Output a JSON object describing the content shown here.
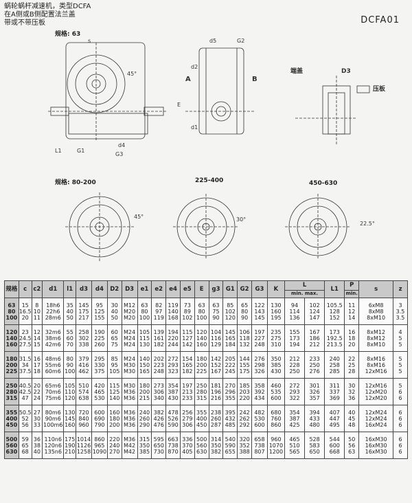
{
  "header": {
    "title_line1": "蜗轮蜗杆减速机，类型DCFA",
    "title_line2": "在A侧或B侧配置法兰盖",
    "title_line3": "带或不带压板",
    "model_code": "DCFA01"
  },
  "drawings": {
    "size_label_top": "规格: 63",
    "size_label_1": "规格: 80-200",
    "size_label_2": "225-400",
    "size_label_3": "450-630",
    "side_a": "A",
    "side_b": "B",
    "part_end_cap": "端盖",
    "part_d3": "D3",
    "part_press_plate": "压板",
    "dim_s": "s",
    "dim_d2": "d2",
    "dim_d1": "d1",
    "dim_e": "E",
    "dim_g2": "G2",
    "dim_g1": "G1",
    "dim_g3": "G3",
    "dim_l1": "L1",
    "dim_d4": "d4",
    "dim_d5": "d5",
    "dim_ang_a": "22.5°",
    "dim_ang_b": "30°",
    "dim_ang_c": "45°"
  },
  "table": {
    "columns": [
      "规格",
      "c",
      "c2",
      "d1",
      "l1",
      "d3",
      "d4",
      "D2",
      "D3",
      "e1",
      "e2",
      "e4",
      "e5",
      "E",
      "g3",
      "G1",
      "G2",
      "G3",
      "K",
      "L",
      "L1",
      "P",
      "s",
      "z"
    ],
    "l_sub": [
      "min.",
      "max."
    ],
    "p_sub": "min.",
    "rows": [
      {
        "size": "63\n80\n100",
        "c": "15\n16.5\n20",
        "c2": "8\n10\n11",
        "d1": "18h6\n22h6\n28m6",
        "l1": "35\n40\n50",
        "d3": "145\n175\n217",
        "d4": "95\n125\n155",
        "D2": "30\n40\n50",
        "D3": "M12\nM20\nM20",
        "e1": "63\n80\n100",
        "e2": "82\n97\n119",
        "e4": "119\n140\n168",
        "e5": "73\n89\n102",
        "E": "63\n80\n100",
        "g3": "63\n75\n90",
        "G1": "85\n102\n120",
        "G2": "65\n80\n90",
        "G3": "122\n143\n145",
        "K": "130\n160\n195",
        "Lmin": "94\n114\n136",
        "Lmax": "102\n124\n147",
        "L1": "105.5\n128\n152",
        "P": "11\n12\n14",
        "s": "6xM8\n8xM8\n8xM10",
        "z": "3\n3.5\n3.5"
      },
      {
        "size": "120\n140\n160",
        "c": "23\n24.5\n27.5",
        "c2": "12\n14\n15",
        "d1": "32m6\n38m6\n42m6",
        "l1": "55\n60\n70",
        "d3": "258\n302\n338",
        "d4": "190\n225\n260",
        "D2": "60\n65\n75",
        "D3": "M24\nM24\nM24",
        "e1": "105\n115\n130",
        "e2": "139\n161\n182",
        "e4": "194\n220\n244",
        "e5": "115\n127\n142",
        "E": "120\n140\n160",
        "g3": "104\n116\n129",
        "G1": "145\n165\n184",
        "G2": "106\n118\n132",
        "G3": "197\n227\n248",
        "K": "235\n275\n310",
        "Lmin": "155\n173\n194",
        "Lmax": "167\n186\n212",
        "L1": "173\n192.5\n213.5",
        "P": "16\n18\n20",
        "s": "8xM12\n8xM12\n8xM10",
        "z": "4\n5\n5"
      },
      {
        "size": "180\n200\n225",
        "c": "31.5\n34\n37.5",
        "c2": "16\n17\n18",
        "d1": "48m6\n55m6\n60m6",
        "l1": "80\n90\n100",
        "d3": "379\n416\n462",
        "d4": "295\n330\n375",
        "D2": "85\n95\n105",
        "D3": "M24\nM30\nM30",
        "e1": "140\n150\n165",
        "e2": "202\n223\n248",
        "e4": "272\n293\n323",
        "e5": "154\n165\n182",
        "E": "180\n200\n225",
        "g3": "142\n152\n167",
        "G1": "205\n222\n245",
        "G2": "144\n155\n175",
        "G3": "276\n298\n326",
        "K": "350\n385\n430",
        "Lmin": "212\n228\n250",
        "Lmax": "233\n250\n276",
        "L1": "240\n258\n285",
        "P": "22\n25\n28",
        "s": "8xM16\n8xM16\n12xM16",
        "z": "5\n5\n5"
      },
      {
        "size": "250\n280\n315",
        "c": "40.5\n42.5\n47",
        "c2": "20\n22\n24",
        "d1": "65m6\n70m6\n75m6",
        "l1": "105\n110\n120",
        "d3": "510\n574\n638",
        "d4": "420\n465\n530",
        "D2": "115\n125\n140",
        "D3": "M30\nM36\nM36",
        "e1": "180\n200\n215",
        "e2": "273\n306\n340",
        "e4": "354\n387\n430",
        "e5": "197\n213\n233",
        "E": "250\n280\n315",
        "g3": "181\n196\n216",
        "G1": "270\n296\n355",
        "G2": "185\n203\n220",
        "G3": "358\n392\n434",
        "K": "460\n535\n600",
        "Lmin": "272\n293\n322",
        "Lmax": "301\n326\n357",
        "L1": "311\n337\n369",
        "P": "30\n32\n36",
        "s": "12xM16\n12xM20\n12xM20",
        "z": "5\n6\n6"
      },
      {
        "size": "355\n400\n450",
        "c": "50.5\n52\n56",
        "c2": "27\n30\n33",
        "d1": "80m6\n90m6\n100m6",
        "l1": "130\n145\n160",
        "d3": "720\n840\n960",
        "d4": "600\n690\n790",
        "D2": "160\n180\n200",
        "D3": "M36\nM36\nM36",
        "e1": "240\n260\n290",
        "e2": "382\n426\n476",
        "e4": "478\n526\n590",
        "e5": "256\n279\n306",
        "E": "355\n400\n450",
        "g3": "238\n260\n287",
        "G1": "395\n432\n485",
        "G2": "242\n262\n292",
        "G3": "482\n530\n600",
        "K": "680\n760\n860",
        "Lmin": "354\n387\n425",
        "Lmax": "394\n433\n480",
        "L1": "407\n447\n495",
        "P": "40\n45\n48",
        "s": "12xM24\n12xM24\n16xM24",
        "z": "6\n6\n6"
      },
      {
        "size": "500\n560\n630",
        "c": "59\n65\n68",
        "c2": "36\n38\n40",
        "d1": "110n6\n120n6\n135n6",
        "l1": "175\n190\n210",
        "d3": "1014\n1126\n1258",
        "d4": "860\n965\n1090",
        "D2": "220\n240\n270",
        "D3": "M36\nM42\nM42",
        "e1": "315\n350\n385",
        "e2": "595\n650\n730",
        "e4": "663\n738\n870",
        "e5": "336\n370\n405",
        "E": "500\n560\n630",
        "g3": "314\n350\n382",
        "G1": "540\n590\n655",
        "G2": "320\n352\n388",
        "G3": "658\n738\n807",
        "K": "960\n1070\n1200",
        "Lmin": "465\n510\n565",
        "Lmax": "528\n583\n650",
        "L1": "544\n600\n668",
        "P": "50\n56\n63",
        "s": "16xM30\n16xM30\n16xM30",
        "z": "6\n6\n6"
      }
    ]
  }
}
